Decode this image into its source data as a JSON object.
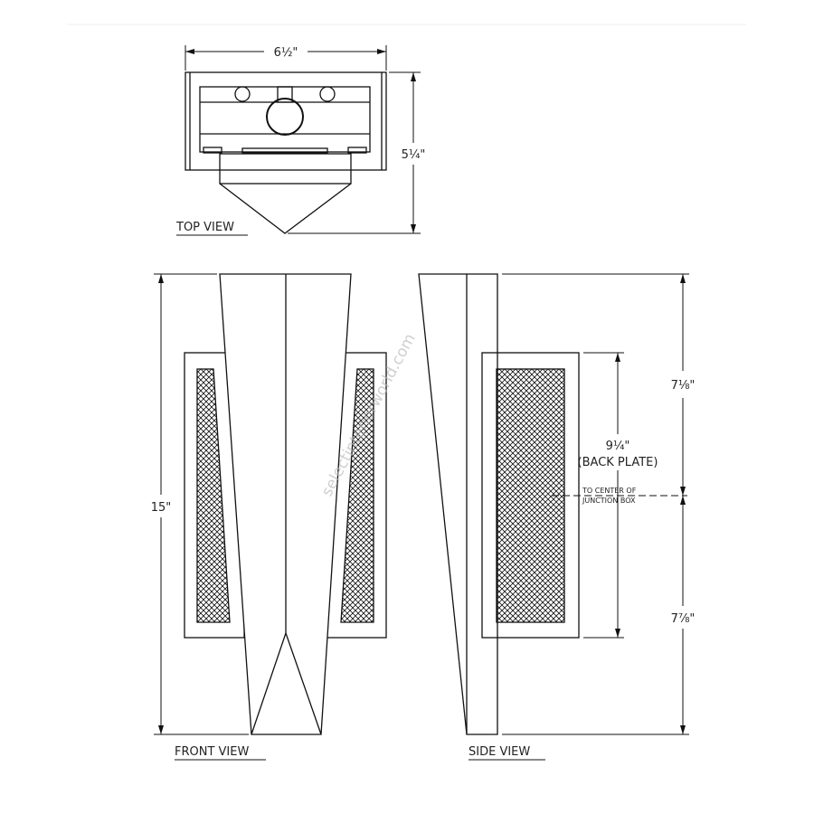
{
  "drawing": {
    "views": {
      "top": "TOP VIEW",
      "front": "FRONT VIEW",
      "side": "SIDE VIEW"
    },
    "dimensions": {
      "width": "6½\"",
      "depth": "5¼\"",
      "height": "15\"",
      "upper": "7⅛\"",
      "lower": "7⅞\"",
      "back_plate_value": "9¼\"",
      "back_plate_label": "(BACK PLATE)",
      "junction_line1": "TO CENTER OF",
      "junction_line2": "JUNCTION BOX"
    },
    "watermark": "selectinteriorworld.com"
  }
}
